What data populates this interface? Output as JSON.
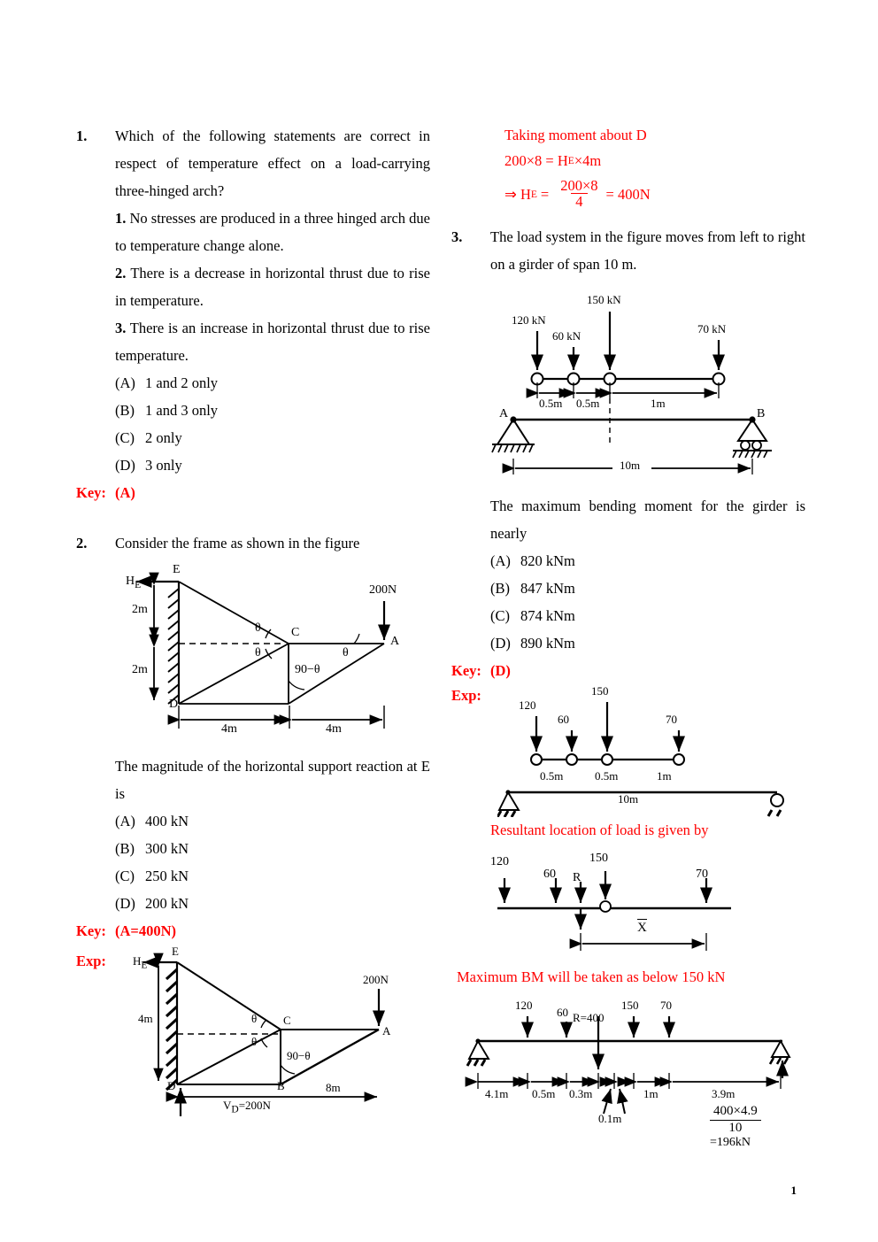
{
  "page": {
    "number": "1"
  },
  "questions": [
    {
      "num": "1.",
      "stem": "Which of the following statements are correct in respect of temperature effect on a load-carrying three-hinged arch?",
      "statements": [
        {
          "n": "1.",
          "text": "No stresses are produced in a three hinged arch due to temperature change alone."
        },
        {
          "n": "2.",
          "text": "There is a decrease in horizontal thrust due to rise in temperature."
        },
        {
          "n": "3.",
          "text": "There is an increase in horizontal thrust due to rise temperature."
        }
      ],
      "options": [
        {
          "label": "(A)",
          "text": "1 and 2 only"
        },
        {
          "label": "(B)",
          "text": "1 and 3 only"
        },
        {
          "label": "(C)",
          "text": "2 only"
        },
        {
          "label": "(D)",
          "text": "3 only"
        }
      ],
      "key_label": "Key:",
      "key_value": "(A)"
    },
    {
      "num": "2.",
      "stem": "Consider the frame as shown in the figure",
      "stem2": "The magnitude of the horizontal support reaction at E is",
      "options": [
        {
          "label": "(A)",
          "text": "400 kN"
        },
        {
          "label": "(B)",
          "text": "300 kN"
        },
        {
          "label": "(C)",
          "text": "250 kN"
        },
        {
          "label": "(D)",
          "text": "200 kN"
        }
      ],
      "key_label": "Key:",
      "key_value": "(A=400N)",
      "exp_label": "Exp:"
    },
    {
      "num": "3.",
      "stem": "The load system in the figure moves from left to right on a girder of span 10 m.",
      "stem2": "The maximum bending moment for the girder is nearly",
      "options": [
        {
          "label": "(A)",
          "text": "820 kNm"
        },
        {
          "label": "(B)",
          "text": "847 kNm"
        },
        {
          "label": "(C)",
          "text": "874 kNm"
        },
        {
          "label": "(D)",
          "text": "890 kNm"
        }
      ],
      "key_label": "Key:",
      "key_value": "(D)",
      "exp_label": "Exp:"
    }
  ],
  "solution_q2": {
    "heading": "Taking moment about D",
    "eq1_left": "200×8 = H",
    "eq1_sub": "E",
    "eq1_right": "×4m",
    "eq2_prefix": "⇒ H",
    "eq2_sub": "E",
    "eq2_eq": "=",
    "eq2_num": "200×8",
    "eq2_den": "4",
    "eq2_result": "= 400N"
  },
  "fig_frame_q2": {
    "label_E": "E",
    "label_D": "D",
    "label_C": "C",
    "label_A": "A",
    "label_HE": "H",
    "label_HE_sub": "E",
    "load": "200N",
    "dim_top": "2m",
    "dim_bottom": "2m",
    "dim_left": "4m",
    "dim_right": "4m",
    "theta1": "θ",
    "theta2": "θ",
    "theta3": "θ",
    "angle90": "90−θ"
  },
  "fig_frame_q2_exp": {
    "label_E": "E",
    "label_D": "D",
    "label_B": "B",
    "label_C": "C",
    "label_A": "A",
    "label_HE": "H",
    "label_HE_sub": "E",
    "load": "200N",
    "dim_height": "4m",
    "dim_span": "8m",
    "reaction": "V",
    "reaction_sub": "D",
    "reaction_val": "=200N",
    "theta1": "θ",
    "theta2": "θ",
    "angle90": "90−θ"
  },
  "fig_girder_q3": {
    "loads": [
      "120 kN",
      "60 kN",
      "150 kN",
      "70 kN"
    ],
    "gaps": [
      "0.5m",
      "0.5m",
      "1m"
    ],
    "support_left": "A",
    "support_right": "B",
    "span": "10m"
  },
  "fig_girder_exp1": {
    "loads": [
      "120",
      "60",
      "150",
      "70"
    ],
    "gaps": [
      "0.5m",
      "0.5m",
      "1m"
    ],
    "span": "10m"
  },
  "resultant": {
    "heading": "Resultant location of load is given by",
    "loads": [
      "120",
      "60",
      "150",
      "70"
    ],
    "R": "R",
    "xbar": "X"
  },
  "maxbm": {
    "heading": "Maximum BM will be taken as below 150 kN",
    "loads": [
      "120",
      "60",
      "150",
      "70"
    ],
    "R": "R=400",
    "dims": [
      "4.1m",
      "0.5m",
      "0.3m",
      "1m",
      "3.9m"
    ],
    "small_dim": "0.1m",
    "calc_num": "400×4.9",
    "calc_den": "10",
    "calc_result": "=196kN"
  }
}
